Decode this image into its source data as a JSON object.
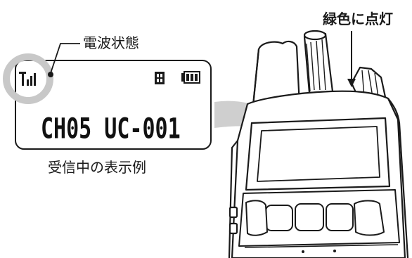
{
  "labels": {
    "signal_state": "電波状態",
    "led_status": "緑色に点灯",
    "caption": "受信中の表示例"
  },
  "lcd": {
    "channel_text": "CH05 UC-001",
    "icons": [
      "signal-strength-icon",
      "h-power-icon",
      "battery-icon"
    ]
  },
  "colors": {
    "outline": "#1a1a1a",
    "highlight_circle": "#c8c8c8",
    "callout_swoosh": "#cfcfcf",
    "background": "#ffffff"
  }
}
